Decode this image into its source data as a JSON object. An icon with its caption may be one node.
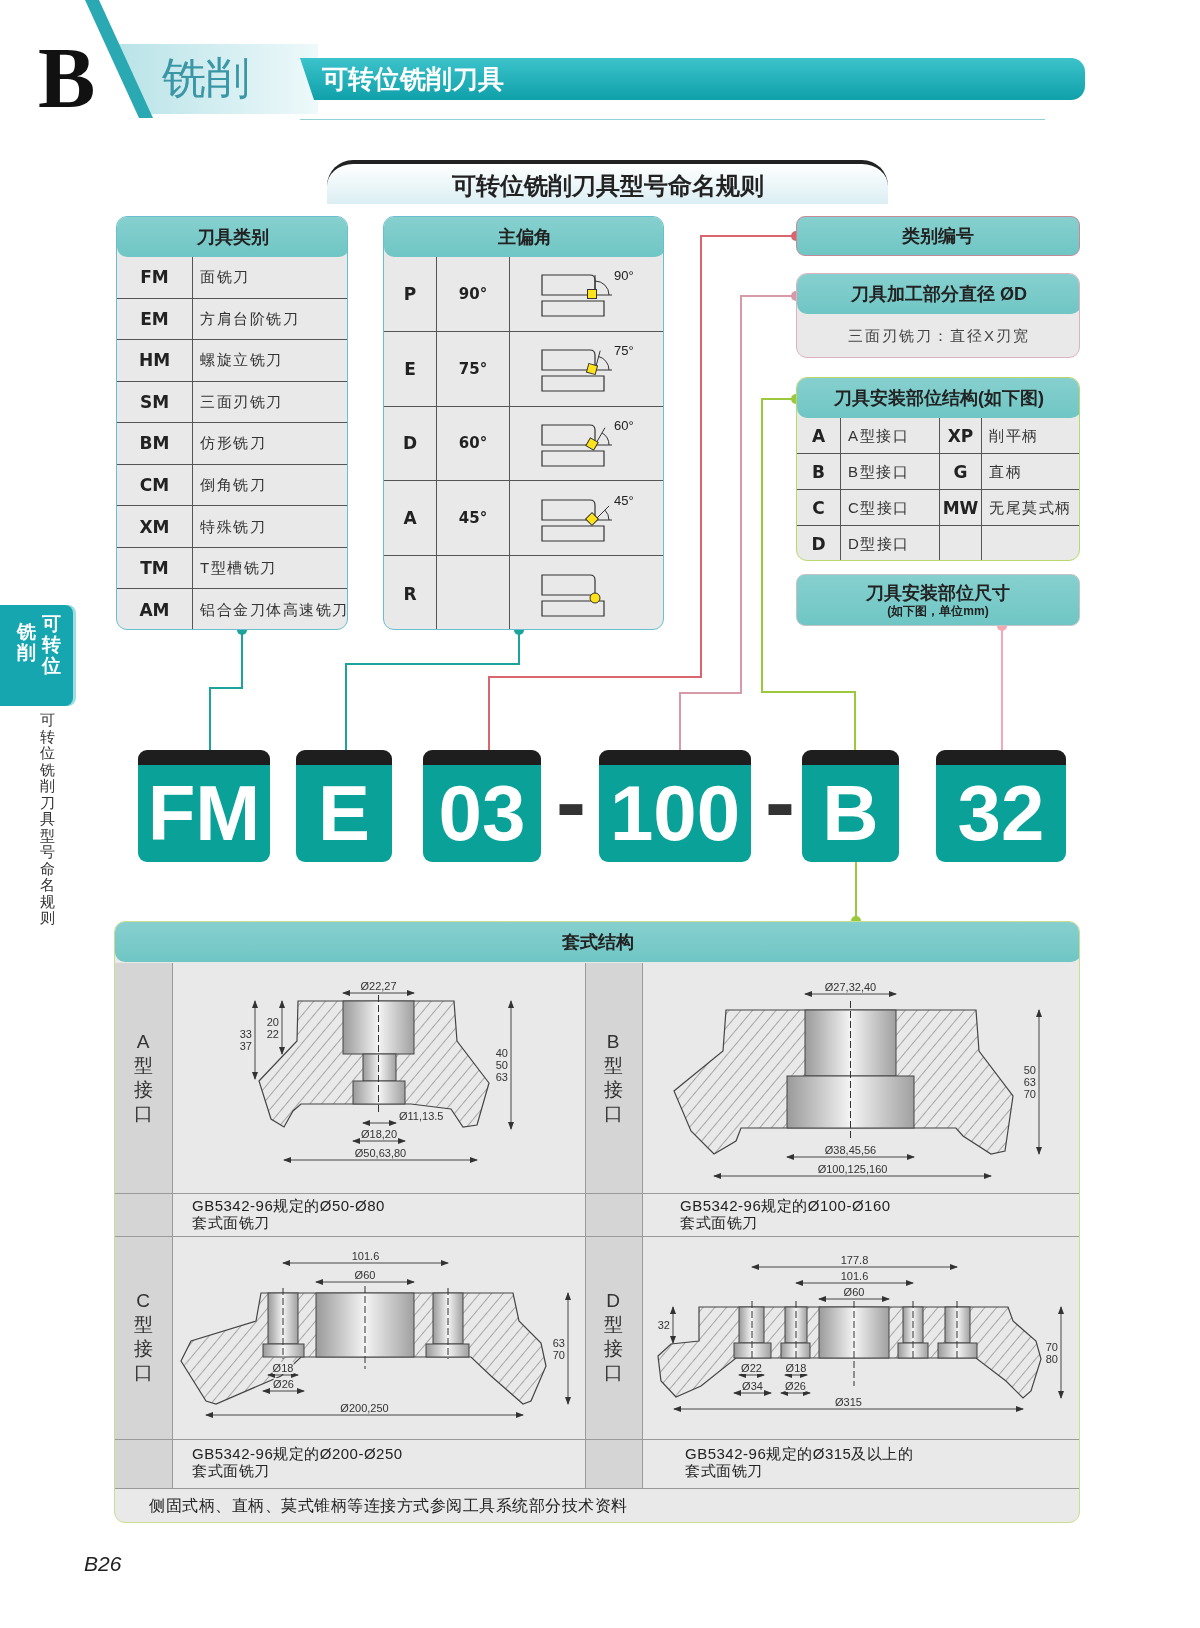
{
  "diagram": {
    "title": "可转位铣削刀具型号命名规则",
    "nodes": [
      {
        "text": [
          "刀具类别"
        ]
      },
      {
        "text": [
          "主偏角"
        ]
      },
      {
        "text": [
          "类别编号"
        ]
      },
      {
        "text": [
          "刀具加工部分直径 ØD",
          "三面刃铣刀：直径X刃宽"
        ]
      },
      {
        "text": [
          "刀具安装部位结构(如下图)"
        ]
      },
      {
        "text": [
          "刀具安装部位尺寸",
          "(如下图，单位mm)"
        ]
      },
      {
        "text": [
          "FM"
        ]
      },
      {
        "text": [
          "E"
        ]
      },
      {
        "text": [
          "03"
        ]
      },
      {
        "text": [
          "100"
        ]
      },
      {
        "text": [
          "B"
        ]
      },
      {
        "text": [
          "32"
        ]
      },
      {
        "text": [
          "套式结构"
        ]
      },
      {
        "text": [
          "铣削",
          "可转位"
        ]
      }
    ],
    "edges": [
      {
        "from": 0,
        "to": 6,
        "arrow": "other",
        "color": "#1ba39c"
      },
      {
        "from": 1,
        "to": 7,
        "arrow": "other",
        "color": "#1ba39c"
      },
      {
        "from": 2,
        "to": 8,
        "arrow": "other",
        "color": "#d9666f"
      },
      {
        "from": 3,
        "to": 9,
        "arrow": "other",
        "color": "#d69aa8"
      },
      {
        "from": 4,
        "to": 10,
        "arrow": "other",
        "color": "#9cc93c"
      },
      {
        "from": 5,
        "to": 11,
        "arrow": "other",
        "color": "#f2a9b3"
      },
      {
        "from": 12,
        "to": 10,
        "arrow": "other",
        "color": "#9cc93c"
      }
    ],
    "labels": [
      "B",
      "铣削",
      "可转位铣削刀具",
      "可转位铣削刀具型号命名规则",
      "FM",
      "面铣刀",
      "EM",
      "方肩台阶铣刀",
      "HM",
      "螺旋立铣刀",
      "SM",
      "三面刃铣刀",
      "BM",
      "仿形铣刀",
      "CM",
      "倒角铣刀",
      "XM",
      "特殊铣刀",
      "TM",
      "T型槽铣刀",
      "AM",
      "铝合金刀体高速铣刀",
      "P",
      "90°",
      "90°",
      "E",
      "75°",
      "75°",
      "D",
      "60°",
      "60°",
      "A",
      "45°",
      "45°",
      "R",
      "A",
      "A型接口",
      "XP",
      "削平柄",
      "B",
      "B型接口",
      "G",
      "直柄",
      "C",
      "C型接口",
      "MW",
      "无尾莫式柄",
      "D",
      "D型接口",
      "-",
      "-",
      "A型接口",
      "Ø22,27",
      "20 22",
      "33 37",
      "40 50 63",
      "Ø11,13.5",
      "Ø18,20",
      "Ø50,63,80",
      "B型接口",
      "Ø27,32,40",
      "50 63 70",
      "Ø38,45,56",
      "Ø100,125,160",
      "GB5342-96规定的Ø50-Ø80套式面铣刀",
      "GB5342-96规定的Ø100-Ø160套式面铣刀",
      "C型接口",
      "101.6",
      "Ø60",
      "Ø18",
      "Ø26",
      "63 70",
      "Ø200,250",
      "D型接口",
      "177.8",
      "101.6",
      "Ø60",
      "32",
      "Ø22",
      "Ø18",
      "Ø34",
      "Ø26",
      "70 80",
      "Ø315",
      "GB5342-96规定的Ø200-Ø250套式面铣刀",
      "GB5342-96规定的Ø315及以上的套式面铣刀",
      "侧固式柄、直柄、莫式锥柄等连接方式参阅工具系统部分技术资料",
      "B26"
    ]
  }
}
